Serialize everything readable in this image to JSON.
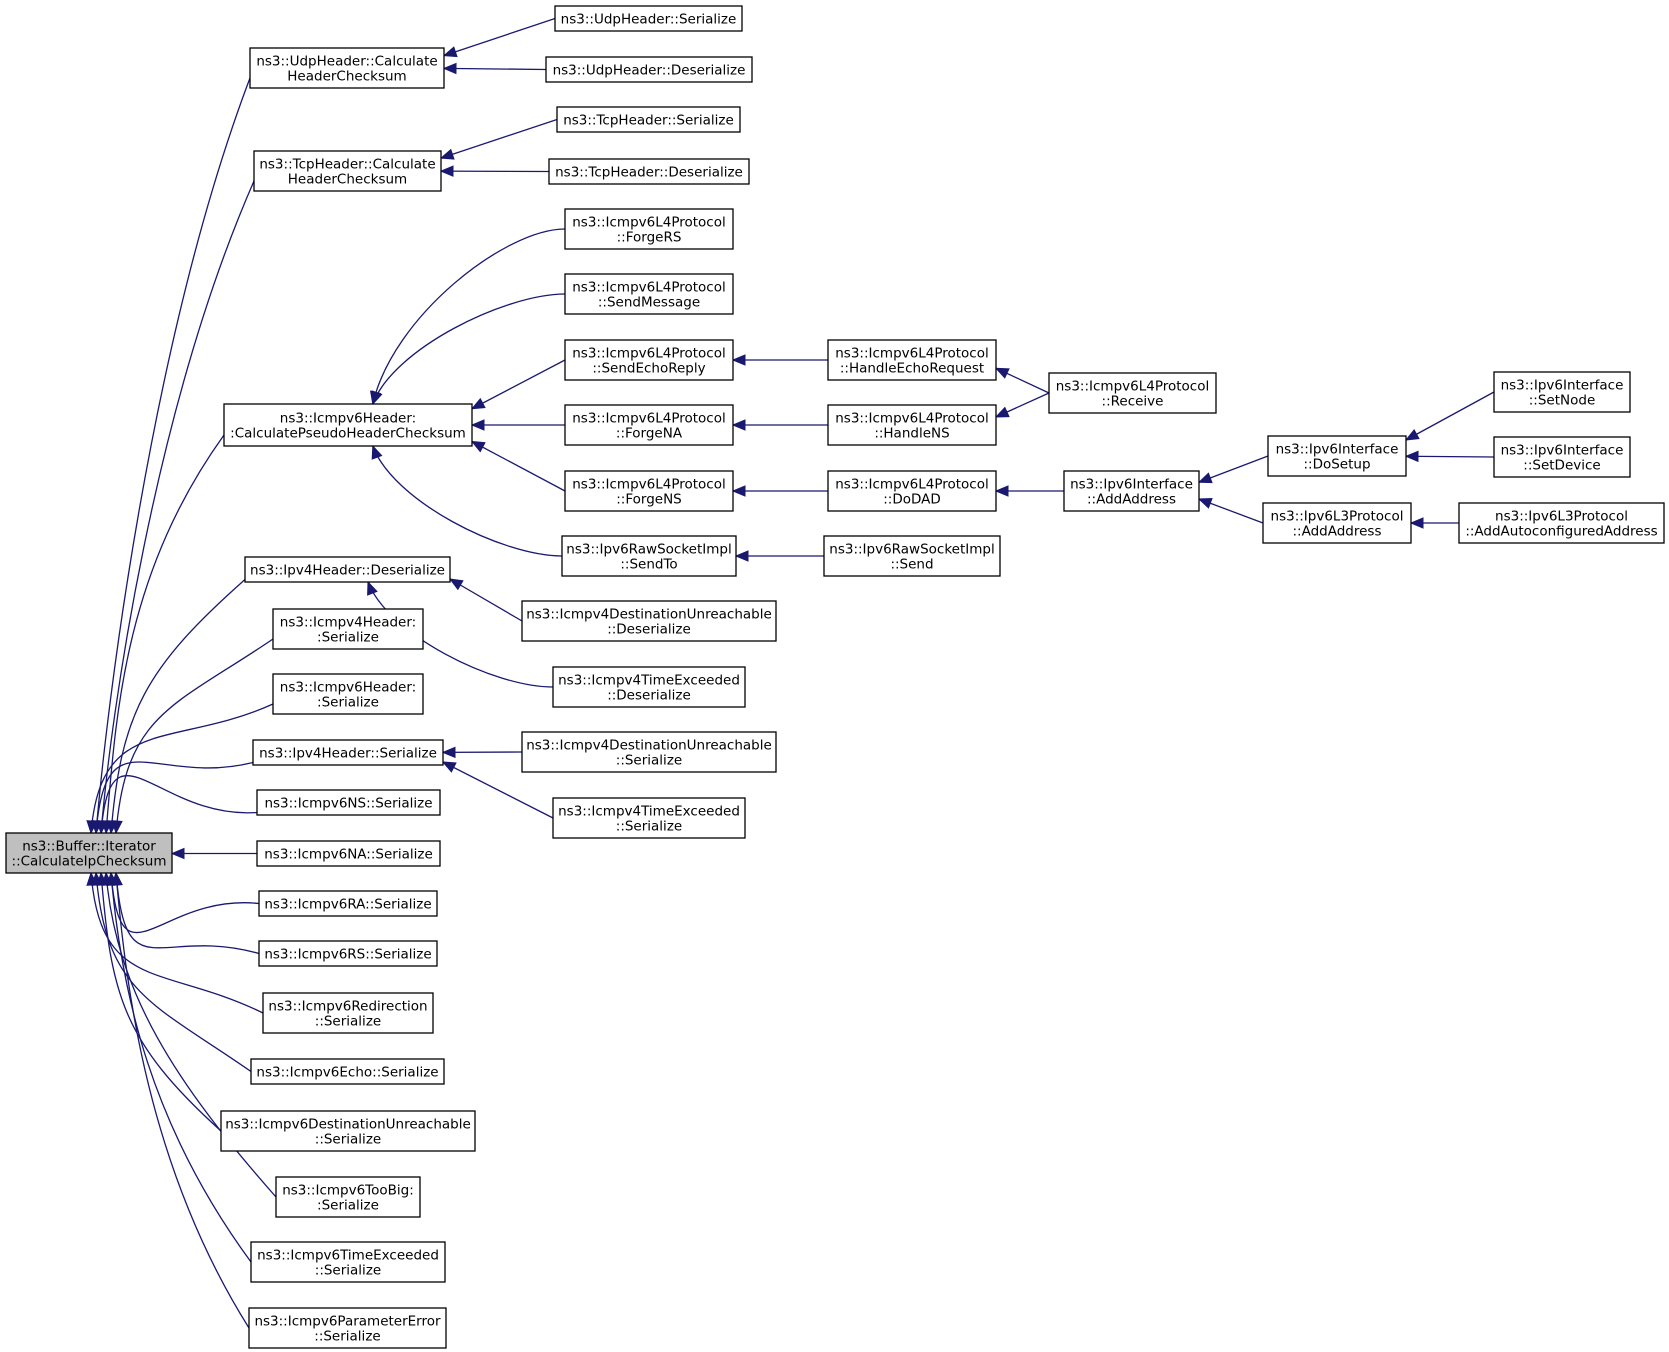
{
  "colors": {
    "edge": "#191970",
    "node_border": "#000000",
    "node_fill": "#ffffff",
    "root_fill": "#bfbfbf"
  },
  "nodes": [
    {
      "id": "root",
      "lines": [
        "ns3::Buffer::Iterator",
        "::CalculateIpChecksum"
      ],
      "root": true
    },
    {
      "id": "udp_calc",
      "lines": [
        "ns3::UdpHeader::Calculate",
        "HeaderChecksum"
      ]
    },
    {
      "id": "tcp_calc",
      "lines": [
        "ns3::TcpHeader::Calculate",
        "HeaderChecksum"
      ]
    },
    {
      "id": "icmp6_pseudo",
      "lines": [
        "ns3::Icmpv6Header:",
        ":CalculatePseudoHeaderChecksum"
      ]
    },
    {
      "id": "ipv4_deser",
      "lines": [
        "ns3::Ipv4Header::Deserialize"
      ]
    },
    {
      "id": "icmp4_ser",
      "lines": [
        "ns3::Icmpv4Header:",
        ":Serialize"
      ]
    },
    {
      "id": "icmp6_ser",
      "lines": [
        "ns3::Icmpv6Header:",
        ":Serialize"
      ]
    },
    {
      "id": "ipv4_ser",
      "lines": [
        "ns3::Ipv4Header::Serialize"
      ]
    },
    {
      "id": "ns_ser",
      "lines": [
        "ns3::Icmpv6NS::Serialize"
      ]
    },
    {
      "id": "na_ser",
      "lines": [
        "ns3::Icmpv6NA::Serialize"
      ]
    },
    {
      "id": "ra_ser",
      "lines": [
        "ns3::Icmpv6RA::Serialize"
      ]
    },
    {
      "id": "rs_ser",
      "lines": [
        "ns3::Icmpv6RS::Serialize"
      ]
    },
    {
      "id": "redir_ser",
      "lines": [
        "ns3::Icmpv6Redirection",
        "::Serialize"
      ]
    },
    {
      "id": "echo_ser",
      "lines": [
        "ns3::Icmpv6Echo::Serialize"
      ]
    },
    {
      "id": "du6_ser",
      "lines": [
        "ns3::Icmpv6DestinationUnreachable",
        "::Serialize"
      ]
    },
    {
      "id": "toobig_ser",
      "lines": [
        "ns3::Icmpv6TooBig:",
        ":Serialize"
      ]
    },
    {
      "id": "te6_ser",
      "lines": [
        "ns3::Icmpv6TimeExceeded",
        "::Serialize"
      ]
    },
    {
      "id": "pe_ser",
      "lines": [
        "ns3::Icmpv6ParameterError",
        "::Serialize"
      ]
    },
    {
      "id": "udp_s",
      "lines": [
        "ns3::UdpHeader::Serialize"
      ]
    },
    {
      "id": "udp_d",
      "lines": [
        "ns3::UdpHeader::Deserialize"
      ]
    },
    {
      "id": "tcp_s",
      "lines": [
        "ns3::TcpHeader::Serialize"
      ]
    },
    {
      "id": "tcp_d",
      "lines": [
        "ns3::TcpHeader::Deserialize"
      ]
    },
    {
      "id": "forgers",
      "lines": [
        "ns3::Icmpv6L4Protocol",
        "::ForgeRS"
      ]
    },
    {
      "id": "sendmsg",
      "lines": [
        "ns3::Icmpv6L4Protocol",
        "::SendMessage"
      ]
    },
    {
      "id": "sendecho",
      "lines": [
        "ns3::Icmpv6L4Protocol",
        "::SendEchoReply"
      ]
    },
    {
      "id": "forgena",
      "lines": [
        "ns3::Icmpv6L4Protocol",
        "::ForgeNA"
      ]
    },
    {
      "id": "forgens",
      "lines": [
        "ns3::Icmpv6L4Protocol",
        "::ForgeNS"
      ]
    },
    {
      "id": "rawsendto",
      "lines": [
        "ns3::Ipv6RawSocketImpl",
        "::SendTo"
      ]
    },
    {
      "id": "du4_deser",
      "lines": [
        "ns3::Icmpv4DestinationUnreachable",
        "::Deserialize"
      ]
    },
    {
      "id": "te4_deser",
      "lines": [
        "ns3::Icmpv4TimeExceeded",
        "::Deserialize"
      ]
    },
    {
      "id": "du4_ser",
      "lines": [
        "ns3::Icmpv4DestinationUnreachable",
        "::Serialize"
      ]
    },
    {
      "id": "te4_ser",
      "lines": [
        "ns3::Icmpv4TimeExceeded",
        "::Serialize"
      ]
    },
    {
      "id": "handleecho",
      "lines": [
        "ns3::Icmpv6L4Protocol",
        "::HandleEchoRequest"
      ]
    },
    {
      "id": "handlens",
      "lines": [
        "ns3::Icmpv6L4Protocol",
        "::HandleNS"
      ]
    },
    {
      "id": "dodad",
      "lines": [
        "ns3::Icmpv6L4Protocol",
        "::DoDAD"
      ]
    },
    {
      "id": "rawsend",
      "lines": [
        "ns3::Ipv6RawSocketImpl",
        "::Send"
      ]
    },
    {
      "id": "receive",
      "lines": [
        "ns3::Icmpv6L4Protocol",
        "::Receive"
      ]
    },
    {
      "id": "if_addaddr",
      "lines": [
        "ns3::Ipv6Interface",
        "::AddAddress"
      ]
    },
    {
      "id": "dosetup",
      "lines": [
        "ns3::Ipv6Interface",
        "::DoSetup"
      ]
    },
    {
      "id": "l3_addaddr",
      "lines": [
        "ns3::Ipv6L3Protocol",
        "::AddAddress"
      ]
    },
    {
      "id": "setnode",
      "lines": [
        "ns3::Ipv6Interface",
        "::SetNode"
      ]
    },
    {
      "id": "setdevice",
      "lines": [
        "ns3::Ipv6Interface",
        "::SetDevice"
      ]
    },
    {
      "id": "autoconf",
      "lines": [
        "ns3::Ipv6L3Protocol",
        "::AddAutoconfiguredAddress"
      ]
    }
  ],
  "edges": [
    [
      "udp_calc",
      "root"
    ],
    [
      "tcp_calc",
      "root"
    ],
    [
      "icmp6_pseudo",
      "root"
    ],
    [
      "ipv4_deser",
      "root"
    ],
    [
      "icmp4_ser",
      "root"
    ],
    [
      "icmp6_ser",
      "root"
    ],
    [
      "ipv4_ser",
      "root"
    ],
    [
      "ns_ser",
      "root"
    ],
    [
      "na_ser",
      "root"
    ],
    [
      "ra_ser",
      "root"
    ],
    [
      "rs_ser",
      "root"
    ],
    [
      "redir_ser",
      "root"
    ],
    [
      "echo_ser",
      "root"
    ],
    [
      "du6_ser",
      "root"
    ],
    [
      "toobig_ser",
      "root"
    ],
    [
      "te6_ser",
      "root"
    ],
    [
      "pe_ser",
      "root"
    ],
    [
      "udp_s",
      "udp_calc"
    ],
    [
      "udp_d",
      "udp_calc"
    ],
    [
      "tcp_s",
      "tcp_calc"
    ],
    [
      "tcp_d",
      "tcp_calc"
    ],
    [
      "forgers",
      "icmp6_pseudo"
    ],
    [
      "sendmsg",
      "icmp6_pseudo"
    ],
    [
      "sendecho",
      "icmp6_pseudo"
    ],
    [
      "forgena",
      "icmp6_pseudo"
    ],
    [
      "forgens",
      "icmp6_pseudo"
    ],
    [
      "rawsendto",
      "icmp6_pseudo"
    ],
    [
      "du4_deser",
      "ipv4_deser"
    ],
    [
      "te4_deser",
      "ipv4_deser"
    ],
    [
      "du4_ser",
      "ipv4_ser"
    ],
    [
      "te4_ser",
      "ipv4_ser"
    ],
    [
      "handleecho",
      "sendecho"
    ],
    [
      "handlens",
      "forgena"
    ],
    [
      "dodad",
      "forgens"
    ],
    [
      "rawsend",
      "rawsendto"
    ],
    [
      "receive",
      "handleecho"
    ],
    [
      "receive",
      "handlens"
    ],
    [
      "if_addaddr",
      "dodad"
    ],
    [
      "dosetup",
      "if_addaddr"
    ],
    [
      "l3_addaddr",
      "if_addaddr"
    ],
    [
      "setnode",
      "dosetup"
    ],
    [
      "setdevice",
      "dosetup"
    ],
    [
      "autoconf",
      "l3_addaddr"
    ]
  ]
}
